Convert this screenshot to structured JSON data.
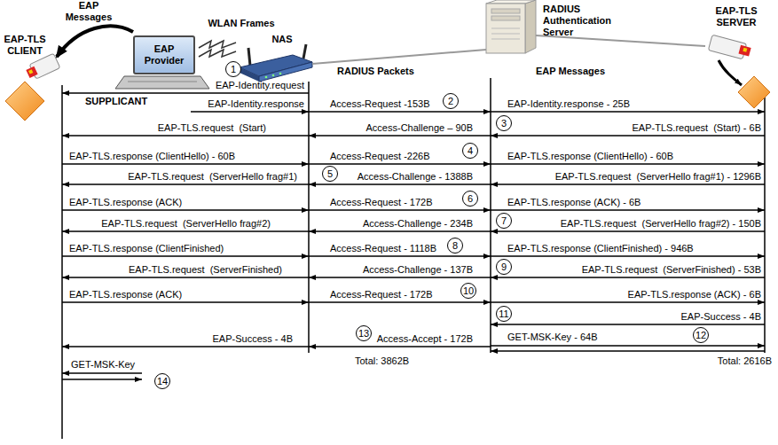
{
  "diagram": {
    "nodes": [
      {
        "text": [
          "EAP Provider"
        ]
      }
    ],
    "labels": [
      "EAP Messages",
      "EAP-TLS CLIENT",
      "WLAN Frames",
      "NAS",
      "RADIUS Authentication Server",
      "EAP-TLS SERVER",
      "RADIUS Packets",
      "EAP Messages",
      "SUPPLICANT",
      "1",
      "EAP-Identity.request",
      "EAP-Identity.response",
      "Access-Request -153B",
      "2",
      "EAP-Identity.response - 25B",
      "EAP-TLS.request  (Start)",
      "Access-Challenge – 90B",
      "3",
      "EAP-TLS.request  (Start) - 6B",
      "EAP-TLS.response (ClientHello) - 60B",
      "Access-Request -226B",
      "4",
      "EAP-TLS.response (ClientHello) - 60B",
      "EAP-TLS.request  (ServerHello frag#1)",
      "5",
      "Access-Challenge - 1388B",
      "EAP-TLS.request  (ServerHello frag#1) - 1296B",
      "EAP-TLS.response (ACK)",
      "Access-Request - 172B",
      "6",
      "EAP-TLS.response (ACK) - 6B",
      "EAP-TLS.request  (ServerHello frag#2)",
      "Access-Challenge - 234B",
      "7",
      "EAP-TLS.request  (ServerHello frag#2) - 150B",
      "EAP-TLS.response (ClientFinished)",
      "Access-Request - 1118B",
      "8",
      "EAP-TLS.response (ClientFinished) - 946B",
      "EAP-TLS.request  (ServerFinished)",
      "Access-Challenge - 137B",
      "9",
      "EAP-TLS.request  (ServerFinished) - 53B",
      "EAP-TLS.response (ACK)",
      "Access-Request - 172B",
      "10",
      "EAP-TLS.response (ACK) - 6B",
      "11",
      "EAP-Success - 4B",
      "EAP-Success - 4B",
      "13",
      "Access-Accept - 172B",
      "GET-MSK-Key - 64B",
      "12",
      "Total: 3862B",
      "Total: 2616B",
      "GET-MSK-Key",
      "14"
    ]
  }
}
